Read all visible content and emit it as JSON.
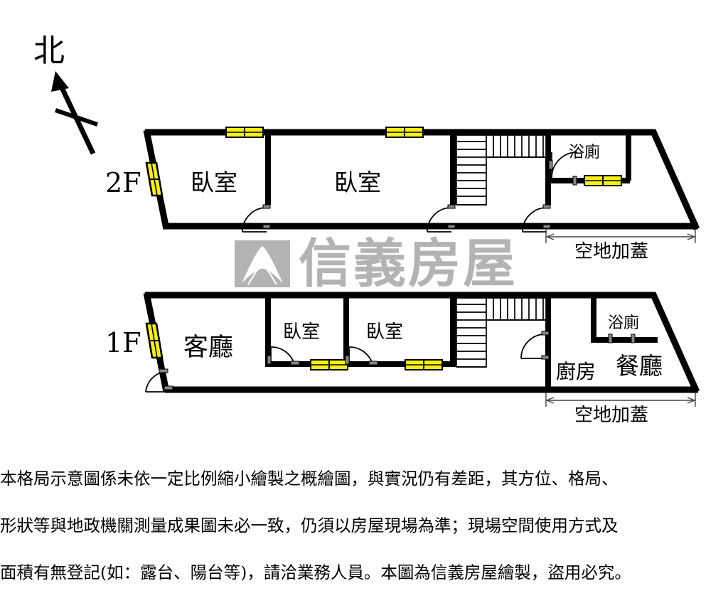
{
  "document": {
    "type": "real-estate-floor-plan",
    "compass_label": "北",
    "watermark": "信義房屋",
    "watermark_color": "#b3b3b3",
    "window_color": "#f5ef14",
    "wall_color": "#000000",
    "background_color": "#ffffff"
  },
  "floors": [
    {
      "id": "2F",
      "label": "2F",
      "rooms": [
        {
          "name": "臥室",
          "role": "bedroom"
        },
        {
          "name": "臥室",
          "role": "bedroom"
        },
        {
          "name": "浴廁",
          "role": "bathroom"
        }
      ],
      "features": [
        "staircase",
        "doors",
        "windows"
      ],
      "dimension_label": "空地加蓋"
    },
    {
      "id": "1F",
      "label": "1F",
      "rooms": [
        {
          "name": "客廳",
          "role": "living-room"
        },
        {
          "name": "臥室",
          "role": "bedroom"
        },
        {
          "name": "臥室",
          "role": "bedroom"
        },
        {
          "name": "廚房",
          "role": "kitchen"
        },
        {
          "name": "餐廳",
          "role": "dining-room"
        },
        {
          "name": "浴廁",
          "role": "bathroom"
        }
      ],
      "features": [
        "staircase",
        "entrance-door",
        "doors",
        "windows"
      ],
      "dimension_label": "空地加蓋"
    }
  ],
  "labels": {
    "floor2": "2F",
    "floor1": "1F",
    "bedroom": "臥室",
    "living_room": "客廳",
    "bathroom": "浴廁",
    "kitchen": "廚房",
    "dining_room": "餐廳",
    "covered_yard": "空地加蓋",
    "north": "北"
  },
  "disclaimer": {
    "line1": "本格局示意圖係未依一定比例縮小繪製之概繪圖，與實況仍有差距，其方位、格局、",
    "line2": "形狀等與地政機關測量成果圖未必一致，仍須以房屋現場為準；現場空間使用方式及",
    "line3": "面積有無登記(如：露台、陽台等)，請洽業務人員。本圖為信義房屋繪製，盜用必究。"
  }
}
